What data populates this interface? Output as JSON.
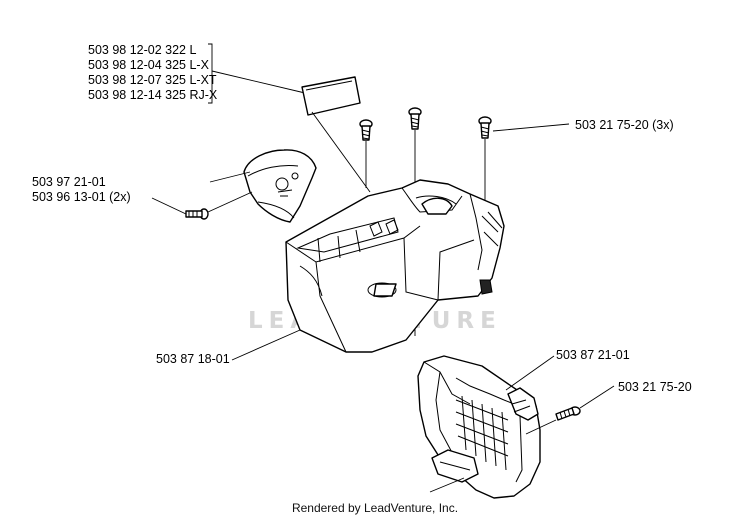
{
  "diagram": {
    "sticker_part_numbers": [
      "503 98 12-02 322 L",
      "503 98 12-04 325 L-X",
      "503 98 12-07 325 L-XT",
      "503 98 12-14 325 RJ-X"
    ],
    "labels": {
      "screws_3x": "503 21 75-20 (3x)",
      "cap": "503 97 21-01",
      "cap_screw": "503 96 13-01 (2x)",
      "top_cover": "503 87 18-01",
      "air_filter_cover": "503 87 21-01",
      "filter_screw": "503 21 75-20"
    },
    "watermark": "LEADVENTURE",
    "footer": "Rendered by LeadVenture, Inc."
  }
}
